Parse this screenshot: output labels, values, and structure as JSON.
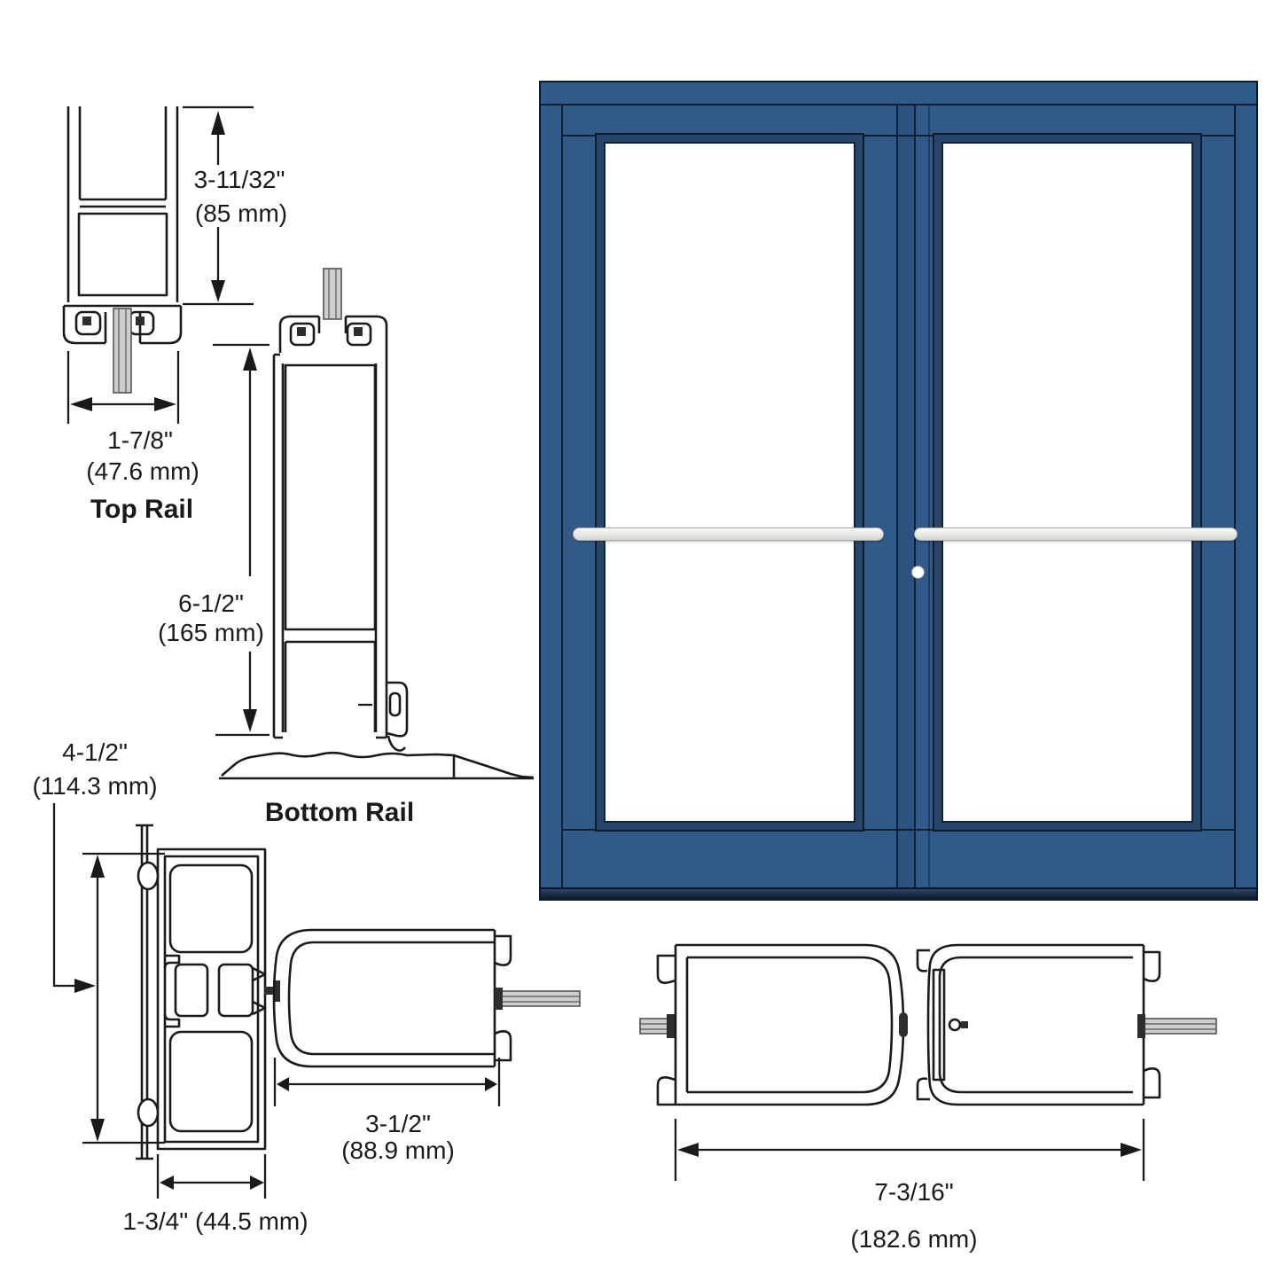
{
  "page": {
    "background": "#FFFFFF"
  },
  "door": {
    "frame_color": "#305A89",
    "outline_color": "#0D1A29",
    "glass_color": "#FFFFFF",
    "sill_color": "#15263A",
    "push_bar_color": "#EDEDEA",
    "cylinder_color": "#FFFFFF"
  },
  "sections": {
    "top_rail": {
      "title": "Top Rail",
      "height_in": "3-11/32\"",
      "height_mm": "(85 mm)",
      "width_in": "1-7/8\"",
      "width_mm": "(47.6 mm)"
    },
    "bottom_rail": {
      "title": "Bottom Rail",
      "height_in": "6-1/2\"",
      "height_mm": "(165 mm)"
    },
    "jamb": {
      "depth_in": "4-1/2\"",
      "depth_mm": "(114.3 mm)",
      "width": "1-3/4\" (44.5 mm)"
    },
    "lock_stile": {
      "width_in": "3-1/2\"",
      "width_mm": "(88.9 mm)"
    },
    "meeting_stiles": {
      "width_in": "7-3/16\"",
      "width_mm": "(182.6 mm)"
    }
  }
}
